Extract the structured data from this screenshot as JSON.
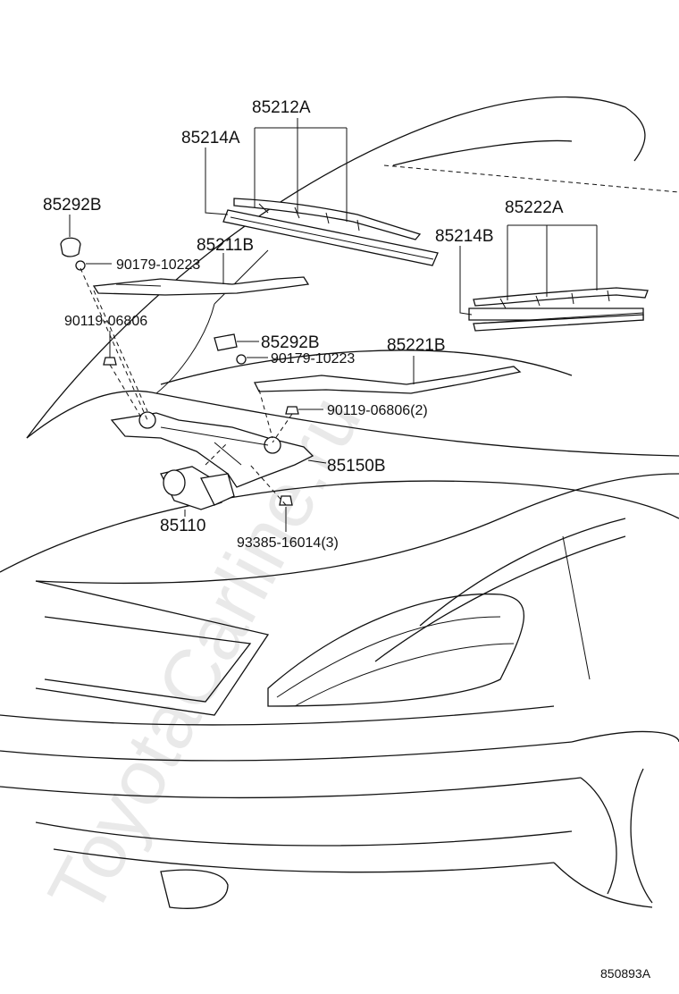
{
  "watermark": "ToyotaCarline.ru",
  "figure_code": "850893A",
  "parts": {
    "p85212A": "85212A",
    "p85214A": "85214A",
    "p85292B_top": "85292B",
    "p85211B": "85211B",
    "p90179_top": "90179-10223",
    "p90119_left": "90119-06806",
    "p85222A": "85222A",
    "p85214B": "85214B",
    "p85292B_mid": "85292B",
    "p90179_mid": "90179-10223",
    "p85221B": "85221B",
    "p90119_right": "90119-06806(2)",
    "p85150B": "85150B",
    "p85110": "85110",
    "p93385": "93385-16014(3)"
  }
}
